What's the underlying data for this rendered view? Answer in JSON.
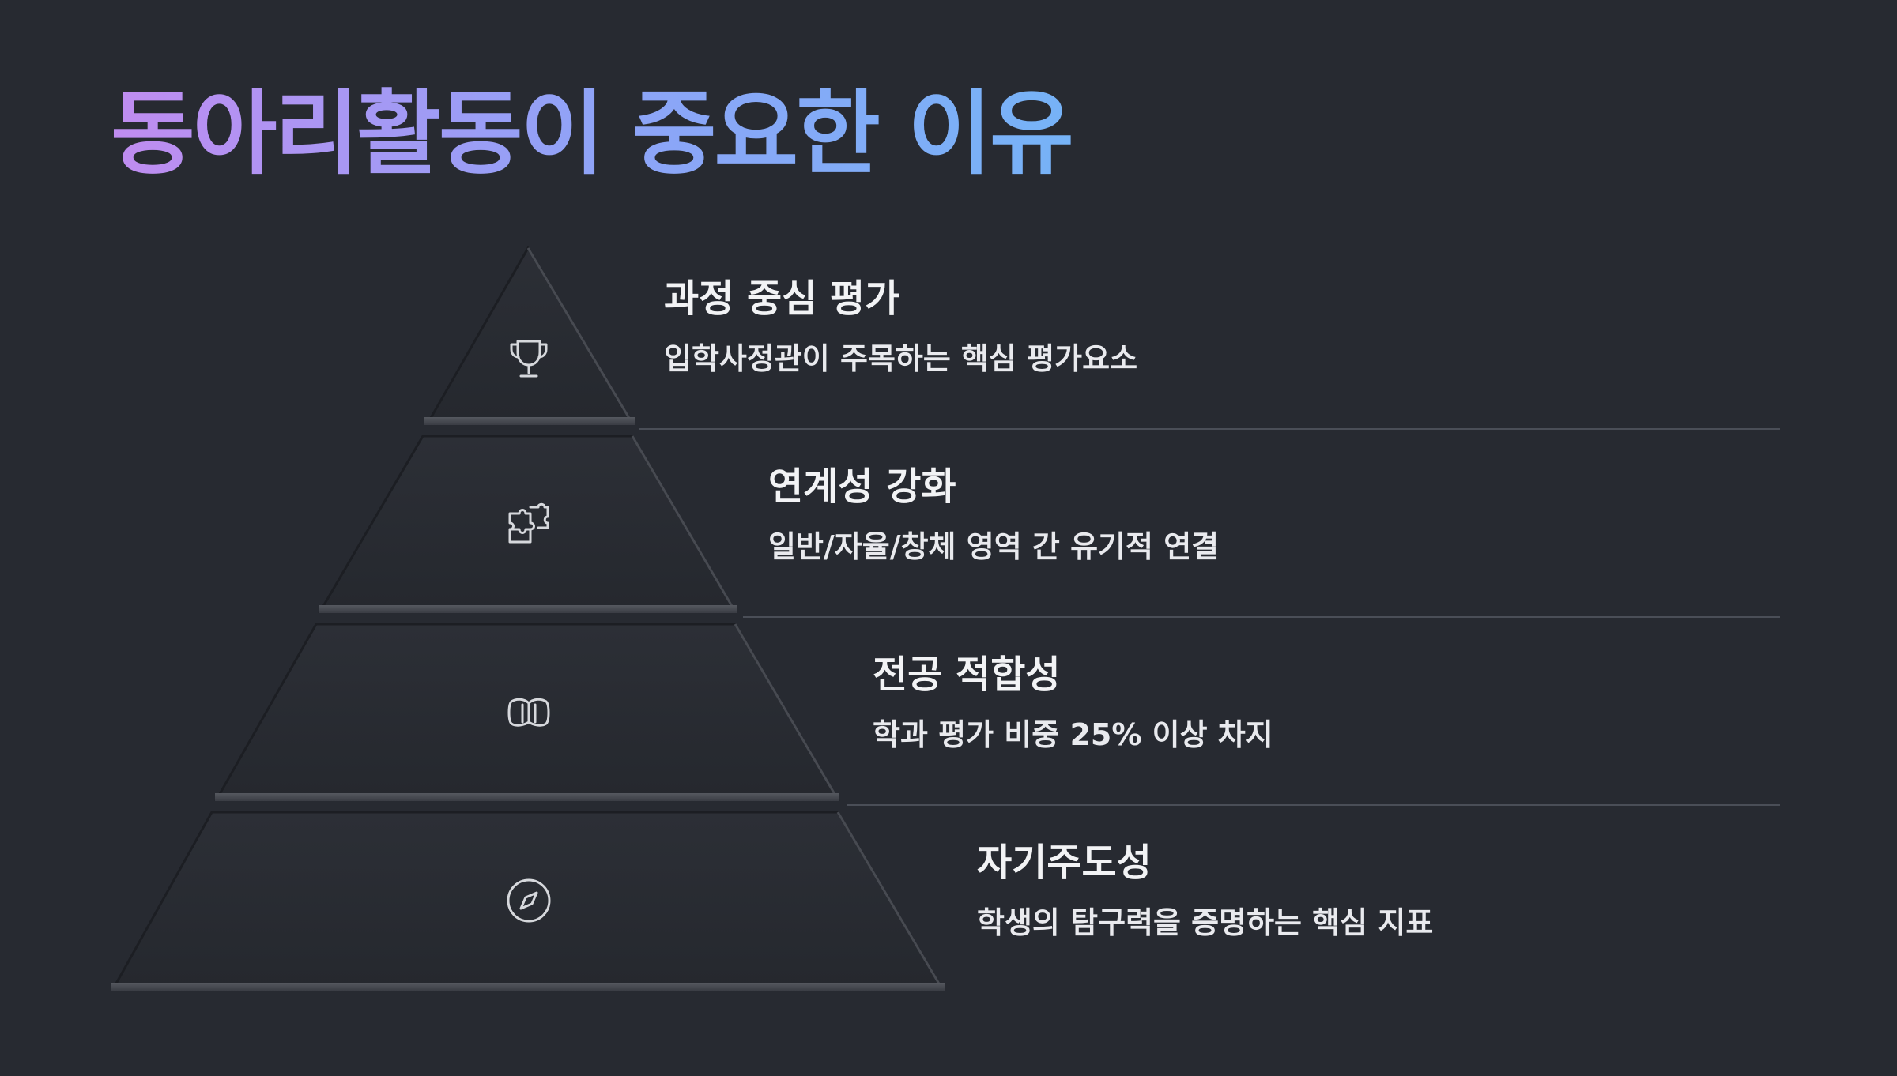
{
  "slide": {
    "title": "동아리활동이 중요한 이유",
    "accent_gradient": [
      "#c08cf0",
      "#8fa3f7",
      "#76b3f7"
    ],
    "background": "#272a31"
  },
  "pyramid": {
    "levels": [
      {
        "title": "과정 중심 평가",
        "description": "입학사정관이 주목하는 핵심 평가요소",
        "icon": "trophy-icon"
      },
      {
        "title": "연계성 강화",
        "description": "일반/자율/창체 영역 간 유기적 연결",
        "icon": "puzzle-icon"
      },
      {
        "title": "전공 적합성",
        "description": "학과 평가 비중 25% 이상 차지",
        "icon": "open-book-icon"
      },
      {
        "title": "자기주도성",
        "description": "학생의 탐구력을 증명하는 핵심 지표",
        "icon": "compass-icon"
      }
    ]
  }
}
